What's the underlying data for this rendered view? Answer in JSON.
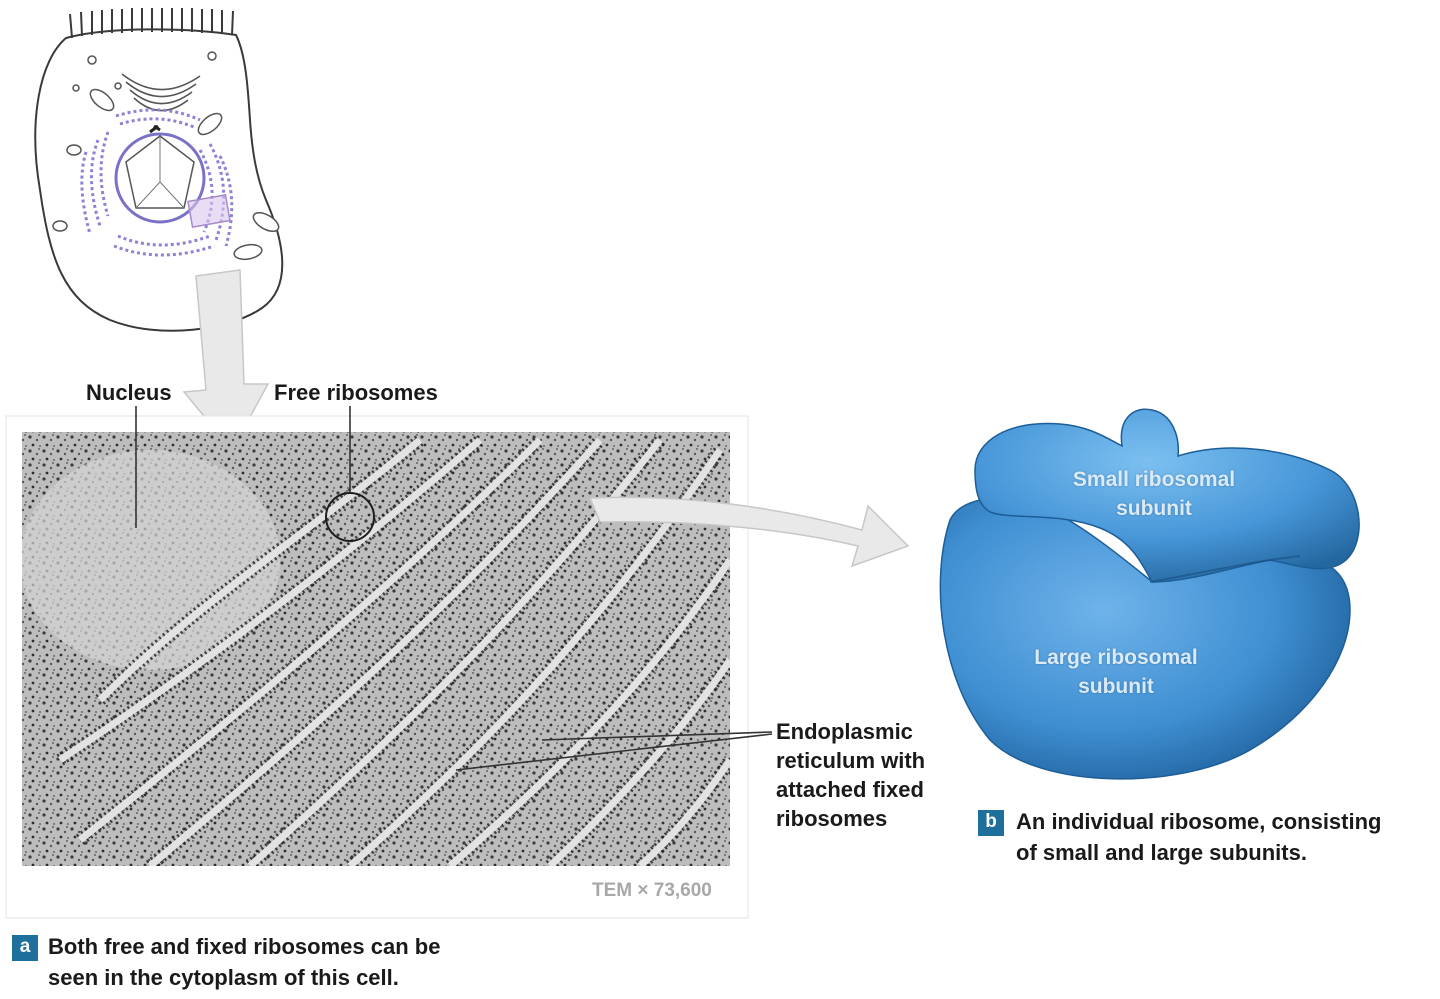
{
  "labels": {
    "nucleus": "Nucleus",
    "free_ribosomes": "Free ribosomes",
    "er_line1": "Endoplasmic",
    "er_line2": "reticulum with",
    "er_line3": "attached fixed",
    "er_line4": "ribosomes",
    "small_subunit_line1": "Small ribosomal",
    "small_subunit_line2": "subunit",
    "large_subunit_line1": "Large ribosomal",
    "large_subunit_line2": "subunit",
    "magnification": "TEM × 73,600"
  },
  "captions": {
    "a": {
      "badge": "a",
      "line1": "Both free and fixed ribosomes can be",
      "line2": "seen in the cytoplasm of this cell."
    },
    "b": {
      "badge": "b",
      "line1": "An individual ribosome, consisting",
      "line2": "of small and large subunits."
    }
  },
  "colors": {
    "ribosome_blue": "#3f8fd2",
    "ribosome_dark": "#1d5d98",
    "er_purple": "#8c82d6",
    "badge_blue": "#1f6f9c",
    "arrow_fill": "#e9e9e9"
  }
}
